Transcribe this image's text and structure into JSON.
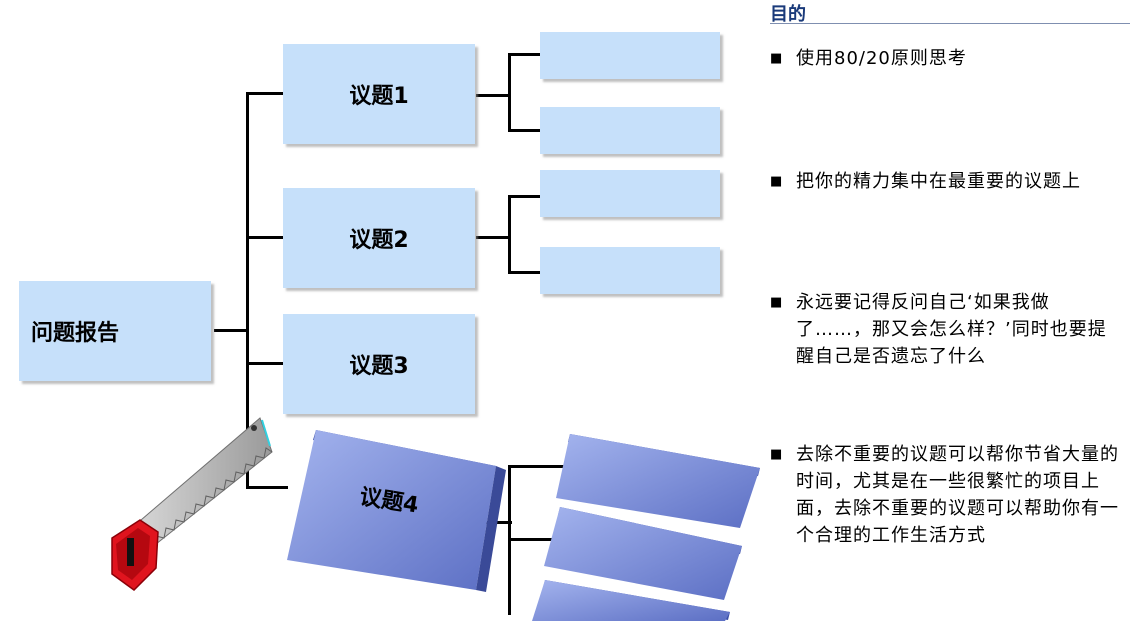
{
  "diagram": {
    "root": {
      "label": "问题报告"
    },
    "issues": [
      {
        "label": "议题1"
      },
      {
        "label": "议题2"
      },
      {
        "label": "议题3"
      },
      {
        "label": "议题4"
      }
    ]
  },
  "purpose": {
    "heading": "目的",
    "bullets": [
      "使用80/20原则思考",
      "把你的精力集中在最重要的议题上",
      "永远要记得反问自己‘如果我做了……，那又会怎么样？’同时也要提醒自己是否遗忘了什么",
      "去除不重要的议题可以帮你节省大量的时间，尤其是在一些很繁忙的项目上面，去除不重要的议题可以帮助你有一个合理的工作生活方式"
    ]
  },
  "icons": [
    "saw-icon",
    "bullet-square-icon"
  ],
  "colors": {
    "box_fill": "#c6e0fa",
    "cut_box_fill": "#7d90dc",
    "heading": "#1a3a7a",
    "saw_handle": "#e0141e"
  }
}
